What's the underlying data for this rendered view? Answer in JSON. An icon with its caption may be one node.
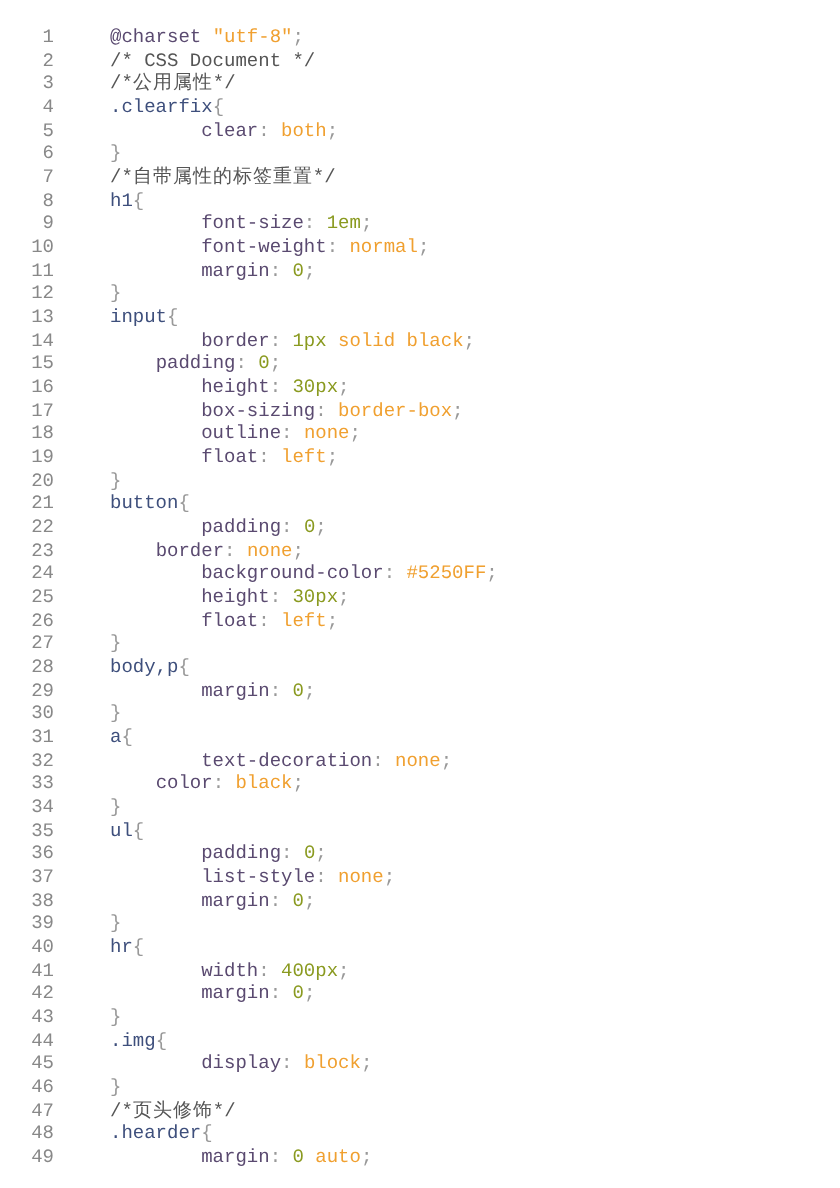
{
  "diagram": {
    "labels": [
      "1",
      "@charset \"utf-8\";",
      "2",
      "/* CSS Document */",
      "3",
      "/*公用属性*/",
      "4",
      ".clearfix{",
      "5",
      "        clear: both;",
      "6",
      "}",
      "7",
      "/*自带属性的标签重置*/",
      "8",
      "h1{",
      "9",
      "        font-size: 1em;",
      "10",
      "        font-weight: normal;",
      "11",
      "        margin: 0;",
      "12",
      "}",
      "13",
      "input{",
      "14",
      "        border: 1px solid black;",
      "15",
      "    padding: 0;",
      "16",
      "        height: 30px;",
      "17",
      "        box-sizing: border-box;",
      "18",
      "        outline: none;",
      "19",
      "        float: left;",
      "20",
      "}",
      "21",
      "button{",
      "22",
      "        padding: 0;",
      "23",
      "    border: none;",
      "24",
      "        background-color: #5250FF;",
      "25",
      "        height: 30px;",
      "26",
      "        float: left;",
      "27",
      "}",
      "28",
      "body,p{",
      "29",
      "        margin: 0;",
      "30",
      "}",
      "31",
      "a{",
      "32",
      "        text-decoration: none;",
      "33",
      "    color: black;",
      "34",
      "}",
      "35",
      "ul{",
      "36",
      "        padding: 0;",
      "37",
      "        list-style: none;",
      "38",
      "        margin: 0;",
      "39",
      "}",
      "40",
      "hr{",
      "41",
      "        width: 400px;",
      "42",
      "        margin: 0;",
      "43",
      "}",
      "44",
      ".img{",
      "45",
      "        display: block;",
      "46",
      "}",
      "47",
      "/*页头修饰*/",
      "48",
      ".hearder{",
      "49",
      "        margin: 0 auto;"
    ]
  }
}
